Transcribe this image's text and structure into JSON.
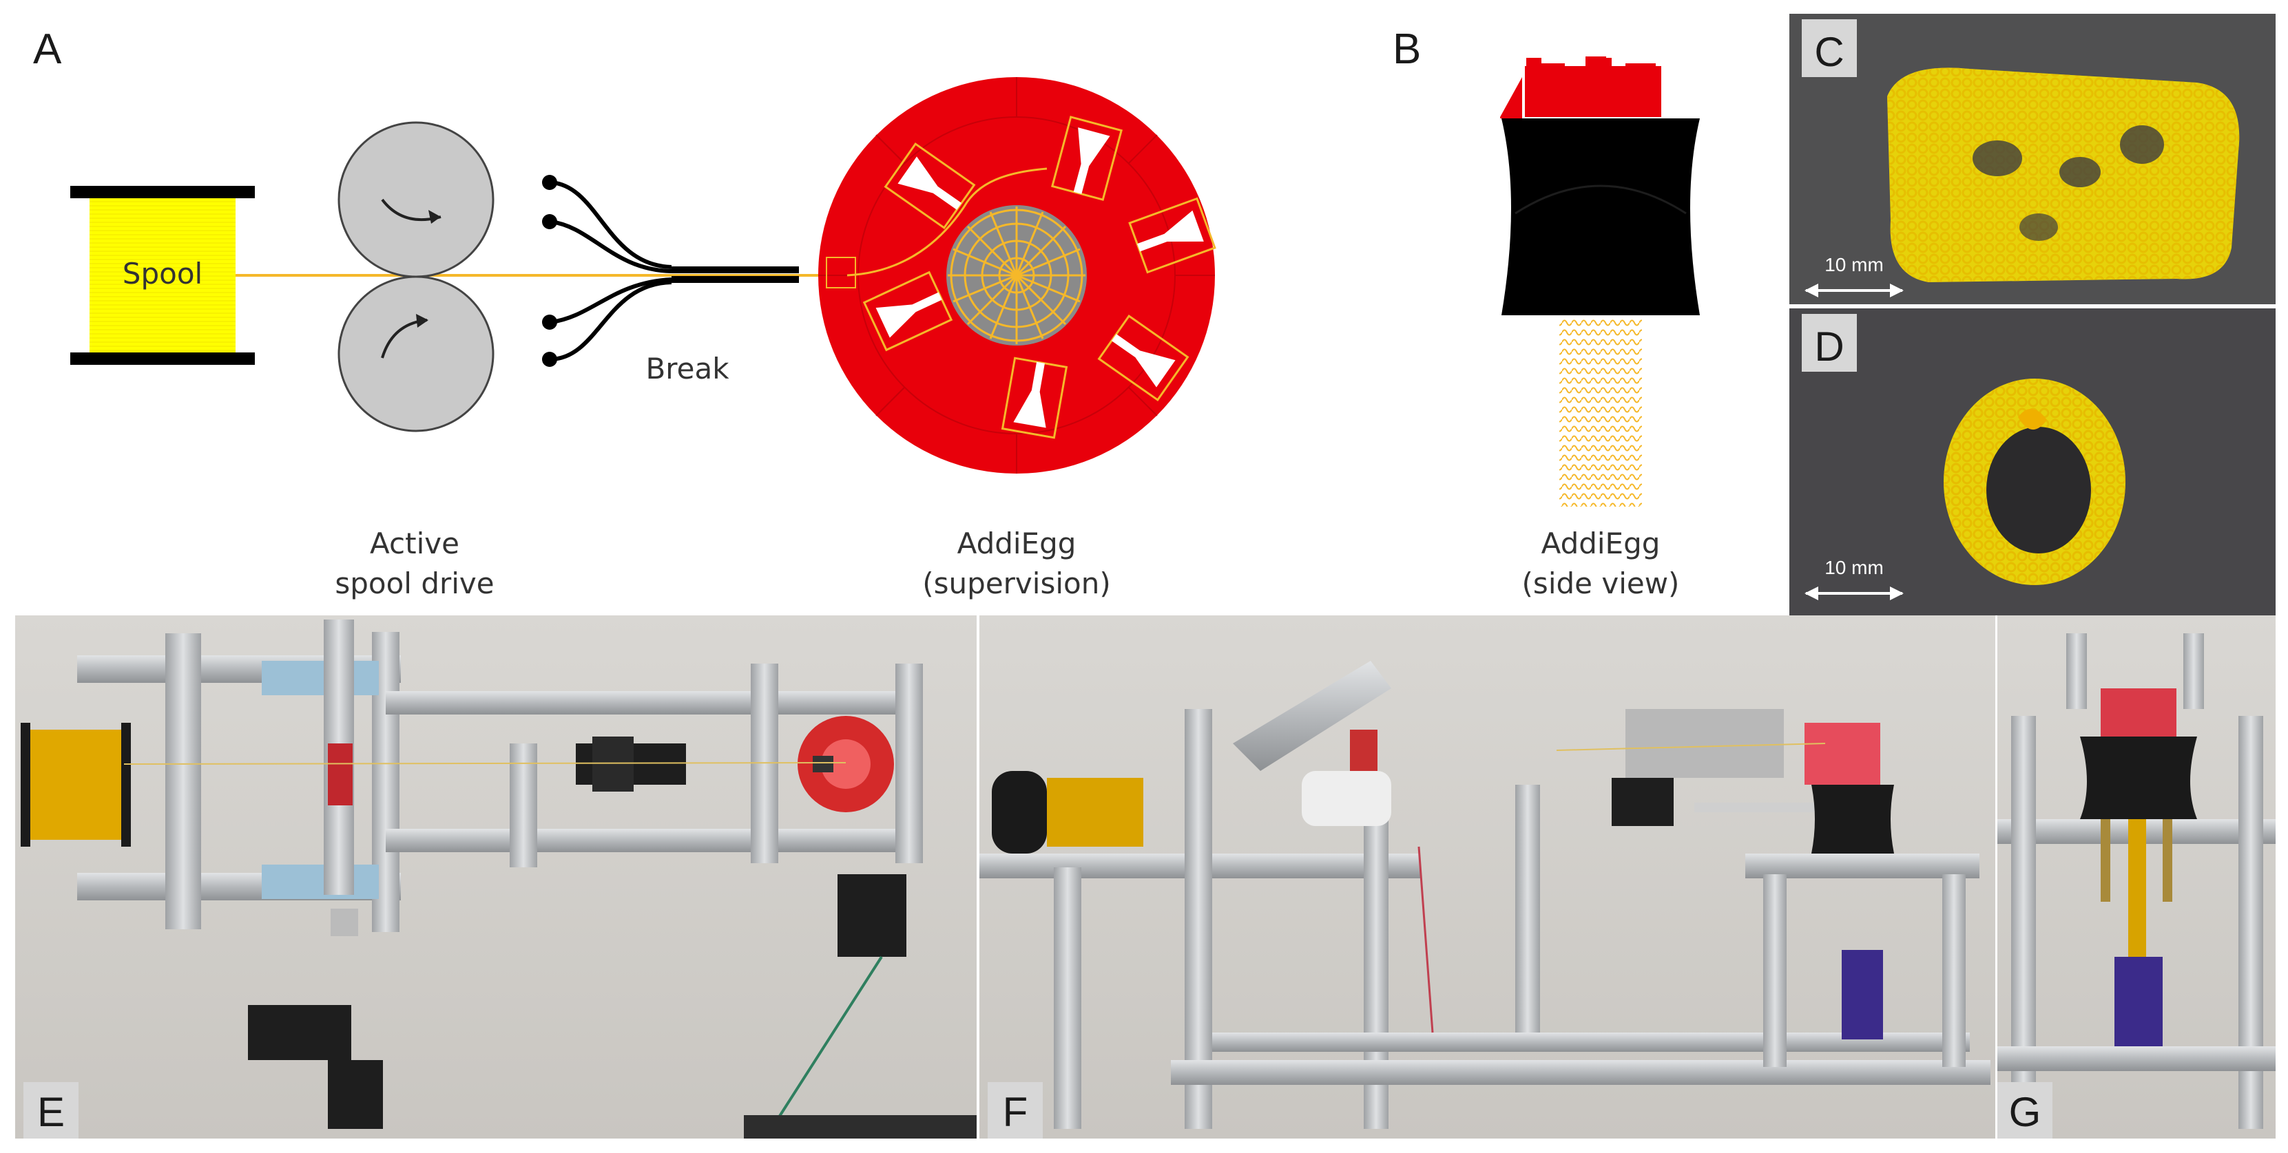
{
  "panels": {
    "A": "A",
    "B": "B",
    "C": "C",
    "D": "D",
    "E": "E",
    "F": "F",
    "G": "G"
  },
  "diagram_A": {
    "spool_label": "Spool",
    "drive_label": [
      "Active",
      "spool drive"
    ],
    "break_label": "Break",
    "addiegg_label": [
      "AddiEgg",
      "(supervision)"
    ]
  },
  "diagram_B": {
    "label": [
      "AddiEgg",
      "(side view)"
    ]
  },
  "photos": {
    "C": {
      "scale": "10 mm"
    },
    "D": {
      "scale": "10 mm"
    }
  },
  "colors": {
    "red": "#e8000b",
    "yellow": "#ffff00",
    "thread": "#f5b82a",
    "black": "#000000",
    "roller": "#c9c9c9"
  }
}
